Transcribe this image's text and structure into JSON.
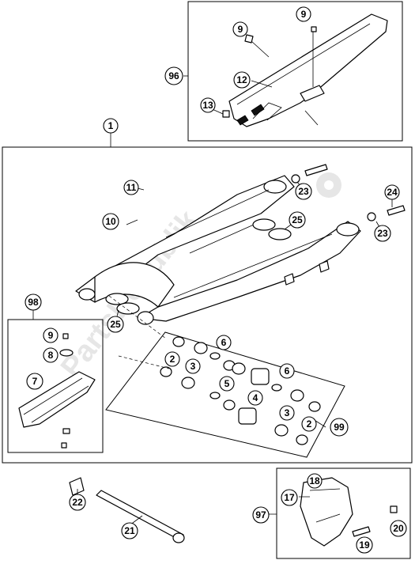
{
  "diagram": {
    "watermark": "PartsRepublik",
    "callouts": [
      "1",
      "9",
      "9",
      "96",
      "12",
      "13",
      "11",
      "10",
      "23",
      "24",
      "25",
      "23",
      "98",
      "25",
      "9",
      "8",
      "7",
      "2",
      "3",
      "6",
      "6",
      "5",
      "4",
      "3",
      "2",
      "99",
      "22",
      "21",
      "17",
      "18",
      "97",
      "20",
      "19"
    ]
  }
}
